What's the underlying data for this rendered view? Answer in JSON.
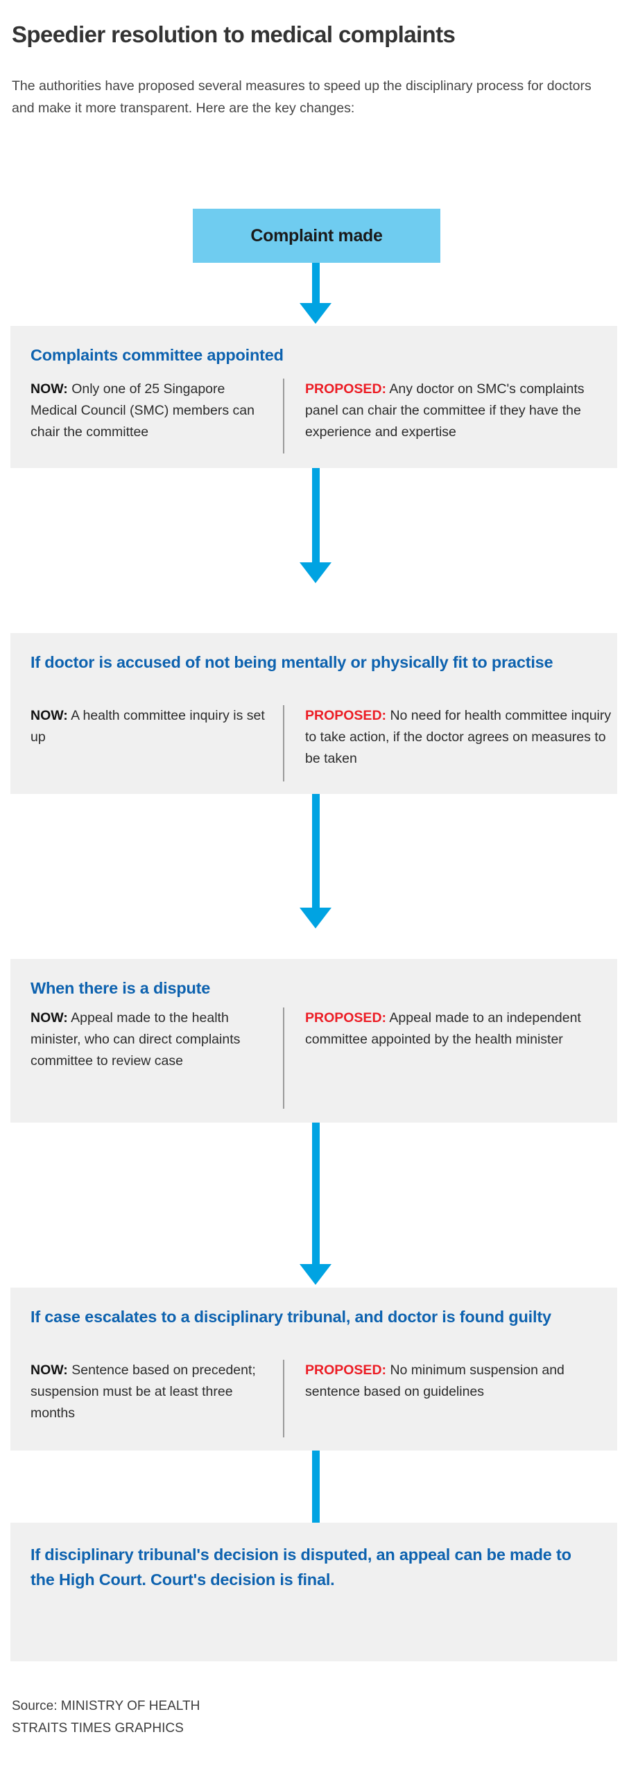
{
  "header": {
    "title": "Speedier resolution to medical complaints",
    "intro": "The authorities have proposed several measures to speed up the disciplinary process for doctors and make it more transparent. Here are the key changes:"
  },
  "colors": {
    "start_box_fill": "#6FCCF0",
    "arrow": "#00A3E2",
    "panel_bg": "#F0F0F0",
    "heading_blue": "#0D62AF",
    "proposed_red": "#EC1C24",
    "now_black": "#111111",
    "title_text": "#333333",
    "divider": "#9a9a9a"
  },
  "labels": {
    "now": "NOW:",
    "proposed": "PROPOSED:"
  },
  "start_box": {
    "label": "Complaint made"
  },
  "steps": [
    {
      "heading": "Complaints committee appointed",
      "now": " Only one of 25 Singapore Medical Council (SMC) members can chair the committee",
      "proposed": " Any doctor on SMC's complaints panel can chair the committee if they have the experience and expertise"
    },
    {
      "heading": "If doctor is accused of not being mentally or physically fit to practise",
      "now": " A health committee inquiry is set up",
      "proposed": " No need for health committee inquiry to take action, if the doctor agrees on measures to be taken"
    },
    {
      "heading": "When there is a dispute",
      "now": " Appeal made to the health minister, who can direct complaints committee to review case",
      "proposed": " Appeal made to an independent committee appointed by the health minister"
    },
    {
      "heading": "If case escalates to a disciplinary tribunal, and doctor is found guilty",
      "now": " Sentence based on precedent; suspension must be at least three months",
      "proposed": " No minimum suspension and sentence based on guidelines"
    }
  ],
  "final_step": {
    "text": "If disciplinary tribunal's decision is disputed, an appeal can be made to the High Court. Court's decision is final."
  },
  "footer": {
    "source_line1": "Source: MINISTRY OF HEALTH",
    "source_line2": "STRAITS TIMES GRAPHICS"
  }
}
